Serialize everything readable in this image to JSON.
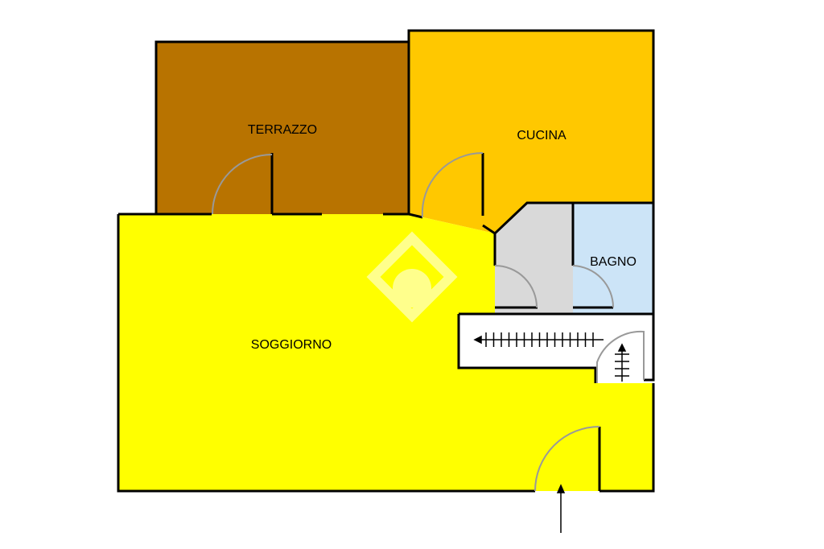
{
  "plan": {
    "rooms": [
      {
        "id": "terrazzo",
        "label": "TERRAZZO",
        "color": "#b87300"
      },
      {
        "id": "cucina",
        "label": "CUCINA",
        "color": "#ffc800"
      },
      {
        "id": "bagno",
        "label": "BAGNO",
        "color": "#cce4f7"
      },
      {
        "id": "soggiorno",
        "label": "SOGGIORNO",
        "color": "#ffff00"
      },
      {
        "id": "disimpegno",
        "label": "",
        "color": "#d9d9d9"
      }
    ],
    "colors": {
      "wall": "#000000",
      "door_swing": "#999999",
      "stair_fill": "#ffffff",
      "watermark": "#ffffff"
    },
    "icons": {
      "entrance": "entrance-arrow-icon",
      "stair": "stair-arrow-icon",
      "watermark": "house-logo-watermark-icon"
    }
  }
}
